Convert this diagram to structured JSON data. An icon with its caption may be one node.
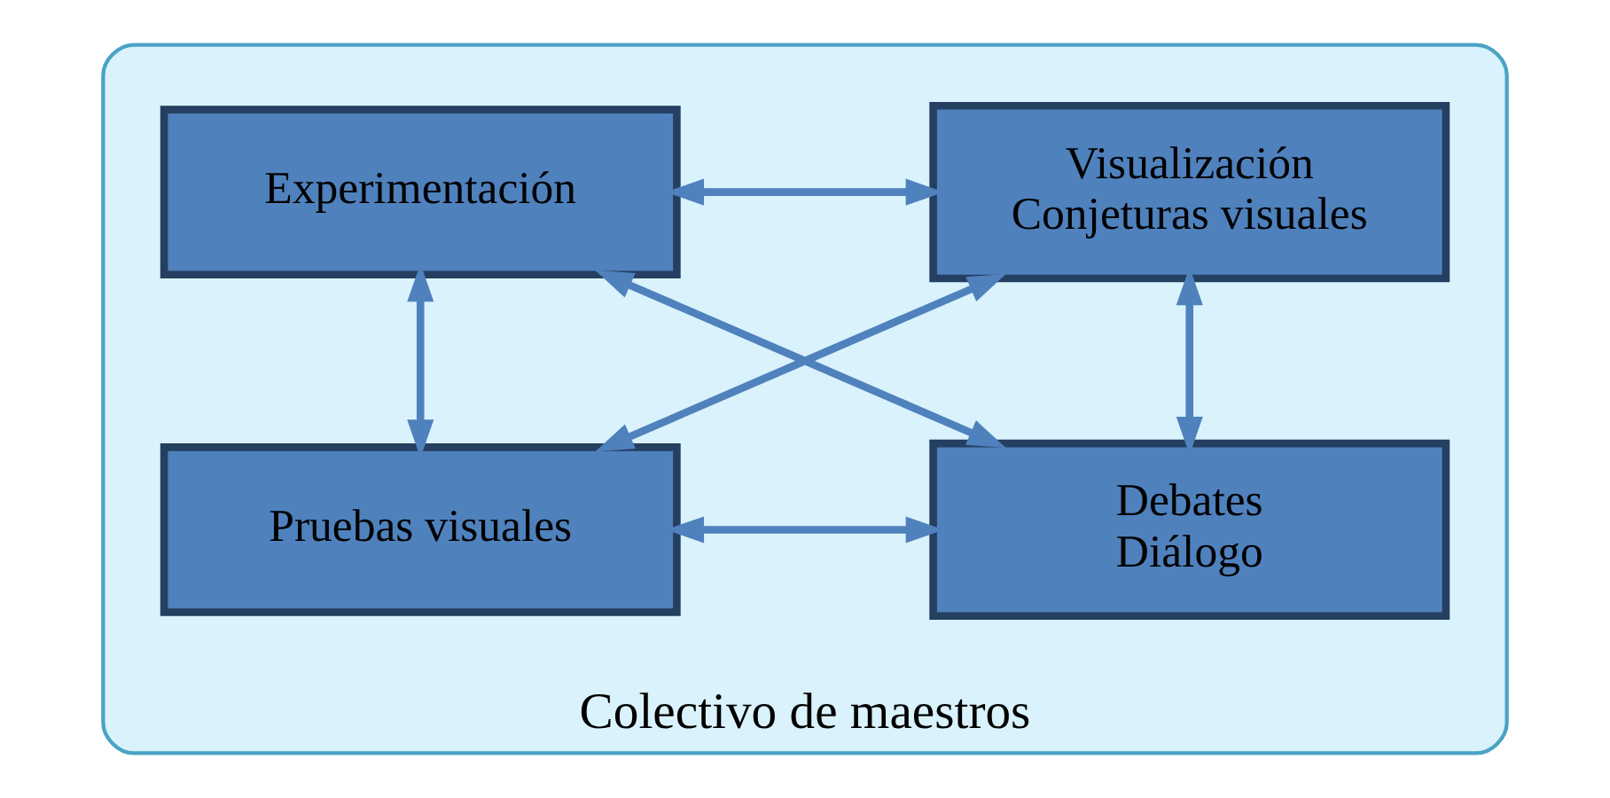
{
  "diagram": {
    "nodes": [
      {
        "text": [
          "Colectivo de maestros"
        ]
      },
      {
        "text": [
          "Experimentación"
        ],
        "in": 0
      },
      {
        "text": [
          "Visualización",
          "Conjeturas visuales"
        ],
        "in": 0
      },
      {
        "text": [
          "Pruebas visuales"
        ],
        "in": 0
      },
      {
        "text": [
          "Debates",
          "Diálogo"
        ],
        "in": 0
      }
    ],
    "edges": [
      {
        "from": 1,
        "to": 2,
        "arrow": "both"
      },
      {
        "from": 1,
        "to": 3,
        "arrow": "both"
      },
      {
        "from": 1,
        "to": 4,
        "arrow": "both"
      },
      {
        "from": 3,
        "to": 2,
        "arrow": "both"
      },
      {
        "from": 2,
        "to": 4,
        "arrow": "both"
      },
      {
        "from": 3,
        "to": 4,
        "arrow": "both"
      }
    ]
  }
}
